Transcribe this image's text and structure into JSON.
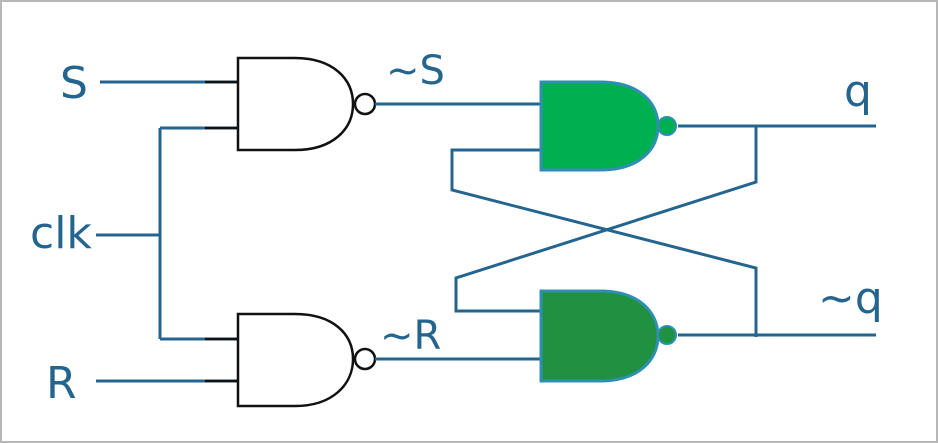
{
  "labels": {
    "S": "S",
    "clk": "clk",
    "R": "R",
    "notS": "~S",
    "notR": "~R",
    "q": "q",
    "notq": "~q"
  },
  "colors": {
    "wire": "#24658f",
    "gate_outline": "#111111",
    "green_top": "#00b050",
    "green_bottom": "#1f9140",
    "green_edge": "#2f8fb2"
  }
}
